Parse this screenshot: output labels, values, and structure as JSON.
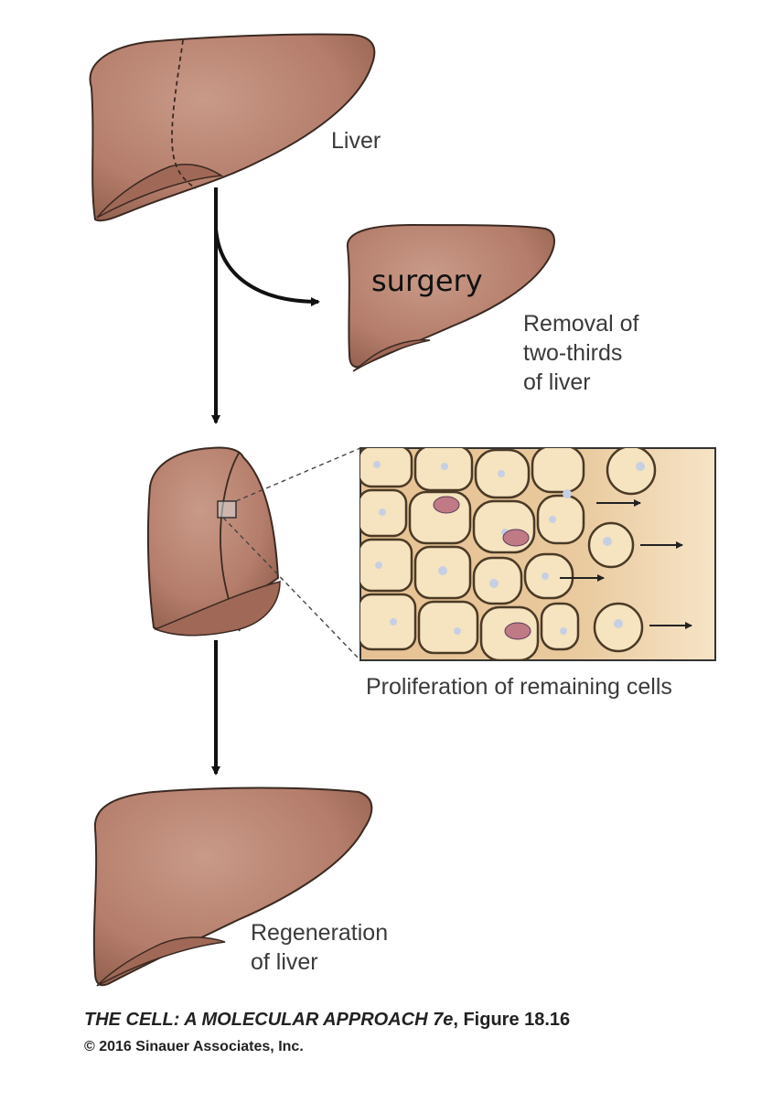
{
  "labels": {
    "liver": "Liver",
    "surgery": "surgery",
    "removal_line1": "Removal of",
    "removal_line2": "two-thirds",
    "removal_line3": "of liver",
    "proliferation": "Proliferation of remaining cells",
    "regeneration_line1": "Regeneration",
    "regeneration_line2": "of liver"
  },
  "credit": {
    "book_title": "THE CELL: A MOLECULAR APPROACH 7e",
    "figure": ", Figure 18.16",
    "copyright": "© 2016 Sinauer Associates, Inc."
  },
  "colors": {
    "liver": "#b57d6b",
    "liver_dark": "#8a5648",
    "tissue_bg": "#f2d9b0",
    "cell": "#f5e2bd",
    "cell_edge": "#5a4630",
    "nucleus": "#c9d2e4"
  }
}
